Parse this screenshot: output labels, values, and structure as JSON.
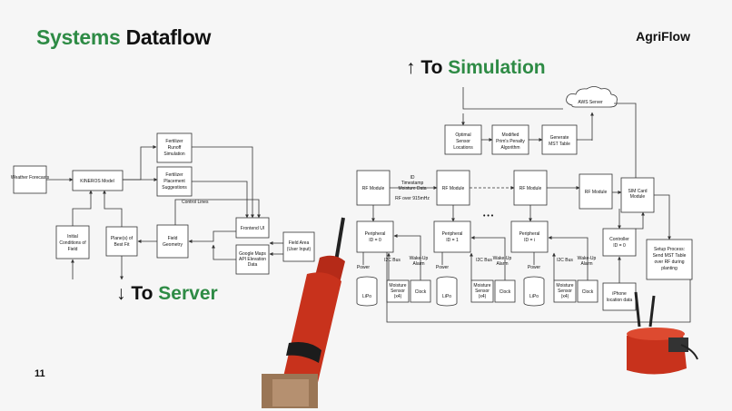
{
  "slide": {
    "title_green": "Systems",
    "title_black": "Dataflow",
    "brand": "AgriFlow",
    "page_number": "11",
    "to_simulation": {
      "arrow": "↑",
      "prefix": "To",
      "highlight": "Simulation"
    },
    "to_server": {
      "arrow": "↓",
      "prefix": "To",
      "highlight": "Server"
    }
  },
  "colors": {
    "accent_green": "#2e8b45",
    "device_red": "#c8321c"
  },
  "left_flow": {
    "weather": "Weather Forecasts",
    "kineros": "KINEROS Model",
    "runoff": [
      "Fertilizer",
      "Runoff",
      "Simulation"
    ],
    "placement": [
      "Fertilizer",
      "Placement",
      "Suggestions"
    ],
    "initial": [
      "Initial",
      "Conditions of",
      "Field"
    ],
    "planes": [
      "Plane(s) of",
      "Best Fit"
    ],
    "geometry": [
      "Field",
      "Geometry"
    ],
    "frontend": "Frontend UI",
    "gmaps": [
      "Google Maps",
      "API Elevation",
      "Data"
    ],
    "field_area": [
      "Field Area",
      "(User Input)"
    ],
    "control_lines": "Control Lines"
  },
  "right_flow": {
    "aws": "AWS Server",
    "optimal": [
      "Optimal",
      "Sensor",
      "Locations"
    ],
    "prims": [
      "Modified",
      "Prim's Penalty",
      "Algorithm"
    ],
    "mst": [
      "Generate",
      "MST Table"
    ],
    "rf_module": "RF Module",
    "sim_card": [
      "SIM Card",
      "Module"
    ],
    "peripheral_0": [
      "Peripheral",
      "ID = 0"
    ],
    "peripheral_1": [
      "Peripheral",
      "ID = 1"
    ],
    "peripheral_i": [
      "Peripheral",
      "ID = i"
    ],
    "controller": [
      "Controller",
      "ID = 0"
    ],
    "setup": [
      "Setup Process:",
      "Send MST Table",
      "over RF during",
      "planting"
    ],
    "iphone": [
      "iPhone",
      "location data"
    ],
    "packet": [
      "ID",
      "Timestamp",
      "Moisture Data"
    ],
    "rf_freq": "RF over 915mHz",
    "ellipsis": "• • •",
    "power": "Power",
    "lipo": "LiPo",
    "i2c": "I2C Bus",
    "wake": [
      "Wake-Up",
      "Alarm"
    ],
    "moisture": [
      "Moisture",
      "Sensor",
      "(x4)"
    ],
    "clock": "Clock"
  }
}
